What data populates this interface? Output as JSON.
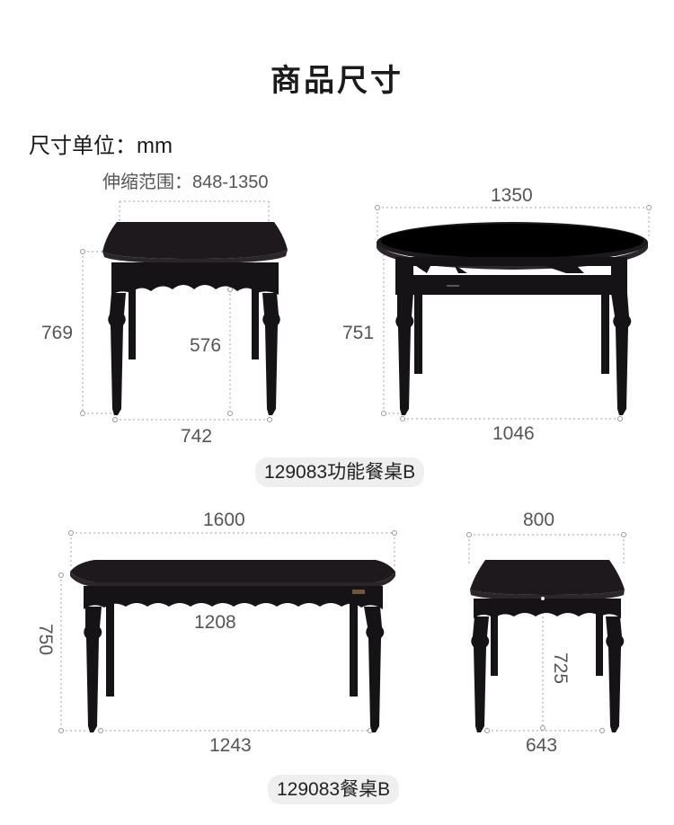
{
  "page": {
    "title": "商品尺寸",
    "unit_label": "尺寸单位：mm"
  },
  "products": [
    {
      "caption": "129083功能餐桌B",
      "closed_view": {
        "extension_range": "伸缩范围：848-1350",
        "height": "769",
        "apron_height": "576",
        "width": "742"
      },
      "open_view": {
        "top_width": "1350",
        "height": "751",
        "leg_span": "1046"
      }
    },
    {
      "caption": "129083餐桌B",
      "large_view": {
        "top_width": "1600",
        "height": "750",
        "inner_width": "1208",
        "leg_span": "1243"
      },
      "small_view": {
        "top_width": "800",
        "height": "725",
        "leg_span": "643"
      }
    }
  ],
  "colors": {
    "wood": "#161316",
    "guide": "#b5b5b5",
    "caption_bg": "#efefef"
  }
}
